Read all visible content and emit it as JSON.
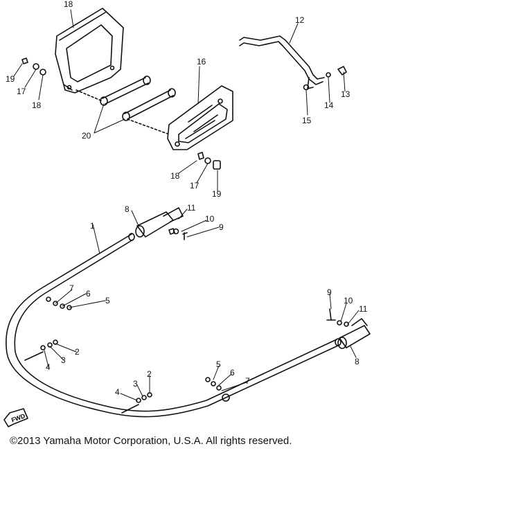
{
  "copyright": "©2013 Yamaha Motor Corporation, U.S.A. All rights reserved.",
  "direction_marker": "FWD",
  "callouts": [
    "18",
    "16",
    "12",
    "19",
    "17",
    "18",
    "20",
    "16",
    "14",
    "13",
    "15",
    "18",
    "17",
    "19",
    "8",
    "11",
    "10",
    "9",
    "1",
    "7",
    "6",
    "5",
    "2",
    "3",
    "4",
    "9",
    "10",
    "11",
    "8",
    "2",
    "3",
    "4",
    "5",
    "6",
    "7"
  ]
}
